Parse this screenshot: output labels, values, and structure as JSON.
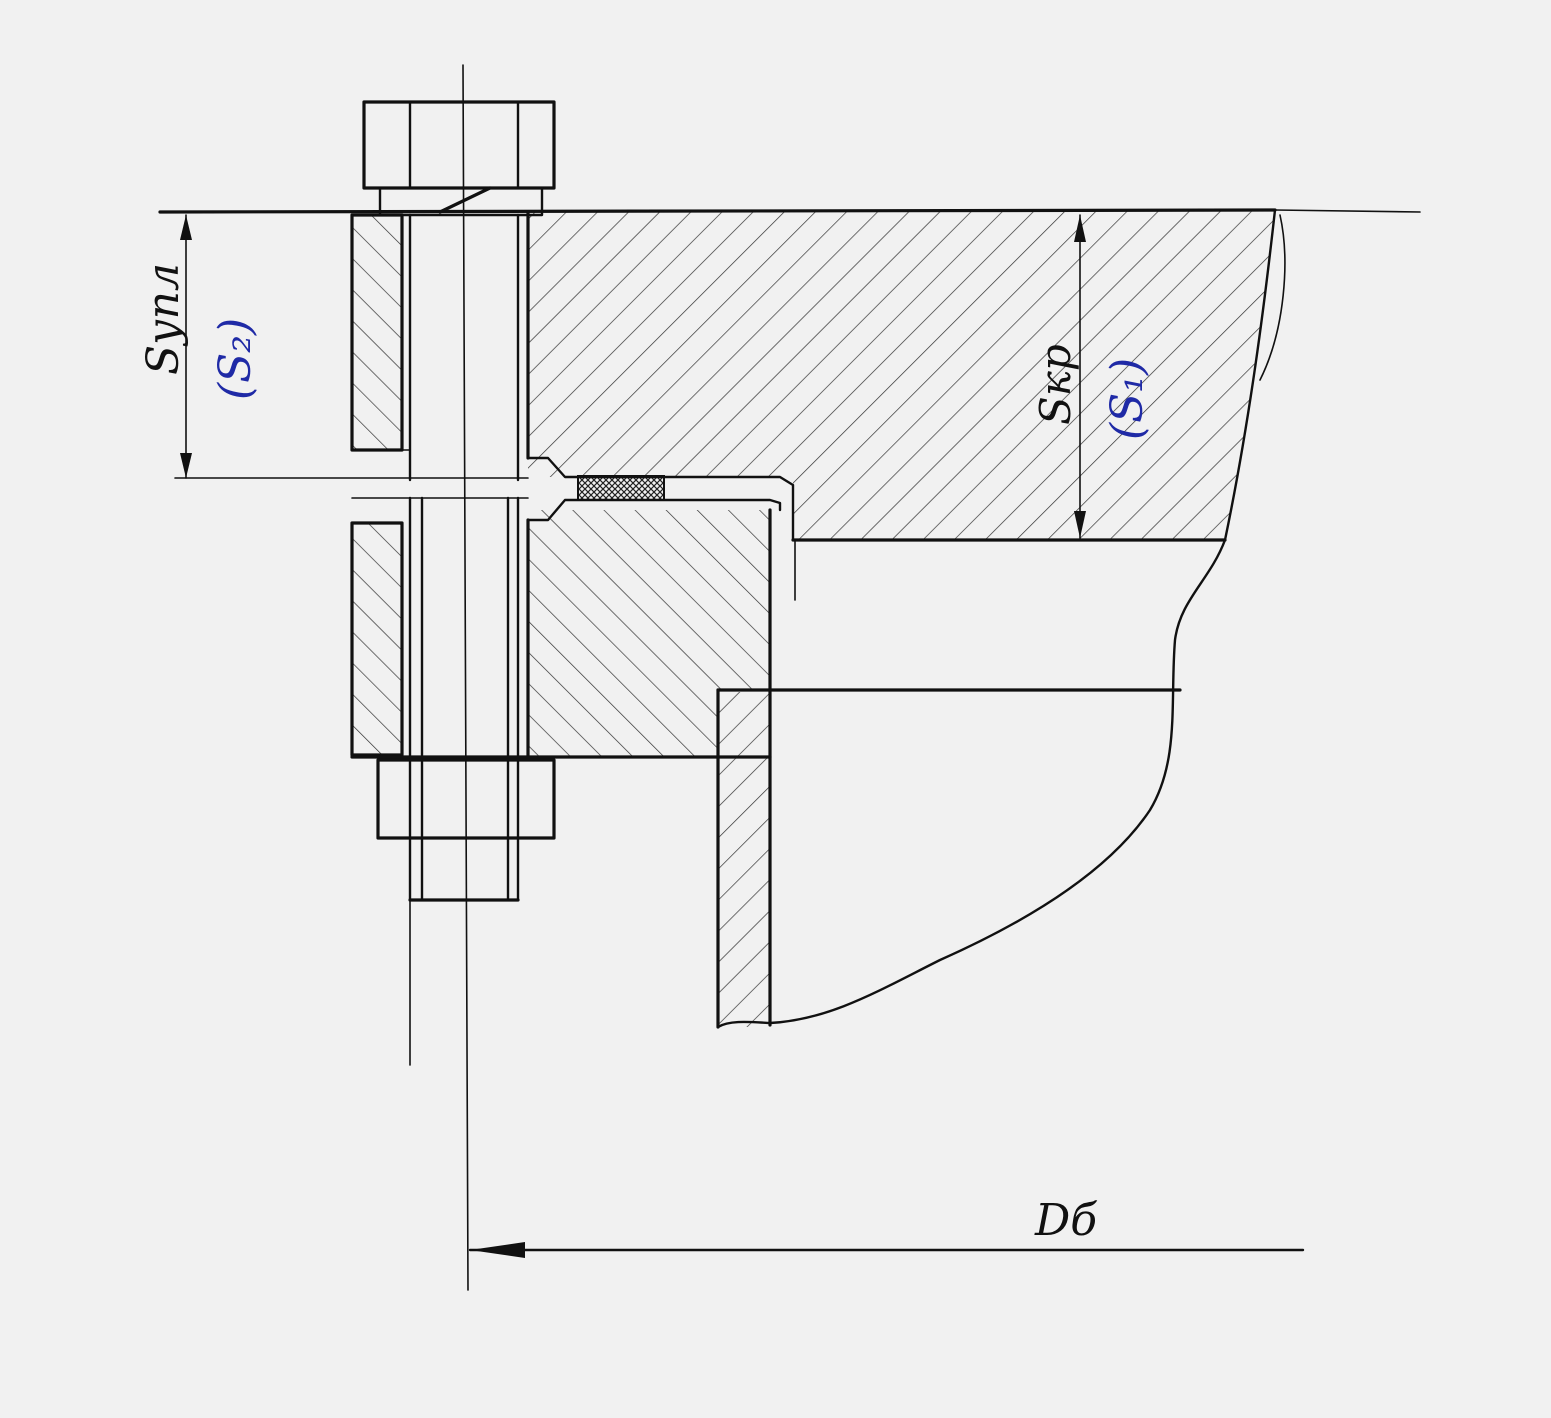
{
  "labels": {
    "gasket_thickness": "Sупл",
    "gasket_alt": "(S₂)",
    "cover_thickness": "Sкр",
    "cover_alt": "(S₁)",
    "bolt_diameter": "Dб"
  },
  "colors": {
    "ink": "#111111",
    "alt_label": "#1f2aa6",
    "paper": "#f1f1f1"
  }
}
